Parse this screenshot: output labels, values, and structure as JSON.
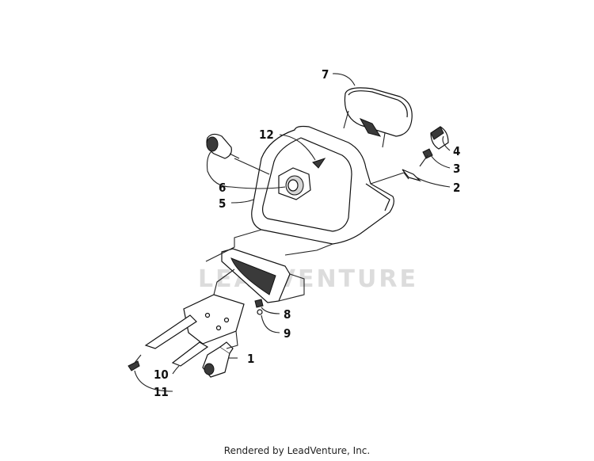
{
  "watermark": "LEADVENTURE",
  "footer": "Rendered by LeadVenture, Inc.",
  "callouts": {
    "c1": "1",
    "c2": "2",
    "c3": "3",
    "c4": "4",
    "c5": "5",
    "c6": "6",
    "c7": "7",
    "c8": "8",
    "c9": "9",
    "c10": "10",
    "c11": "11",
    "c12": "12"
  }
}
